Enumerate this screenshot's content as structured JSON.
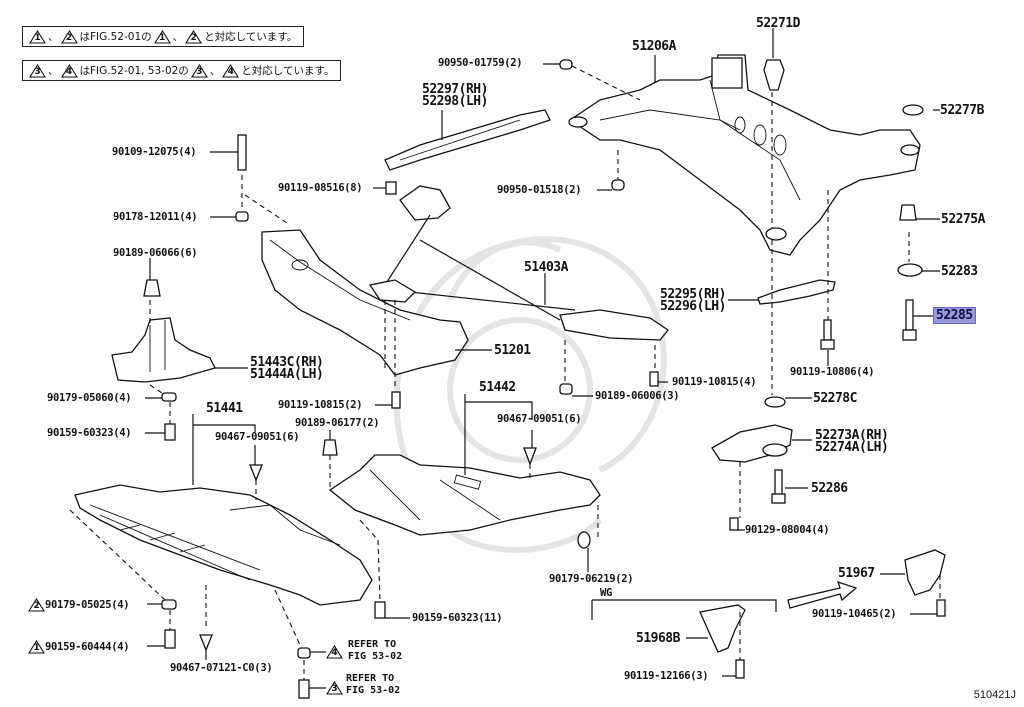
{
  "notes": [
    {
      "marks": [
        "1",
        "2"
      ],
      "text_mid": "はFIG.52-01の",
      "marks2": [
        "1",
        "2"
      ],
      "text_end": "と対応しています。"
    },
    {
      "marks": [
        "3",
        "4"
      ],
      "text_mid": "はFIG.52-01, 53-02の",
      "marks2": [
        "3",
        "4"
      ],
      "text_end": "と対応しています。"
    }
  ],
  "separator": "、",
  "labels": {
    "p90950_01759": "90950-01759(2)",
    "p51206A": "51206A",
    "p52271D": "52271D",
    "p52297": "52297(RH)",
    "p52298": "52298(LH)",
    "p52277B": "52277B",
    "p90109_12075": "90109-12075(4)",
    "p90119_08516": "90119-08516(8)",
    "p90950_01518": "90950-01518(2)",
    "p90178_12011": "90178-12011(4)",
    "p52275A": "52275A",
    "p90189_06066": "90189-06066(6)",
    "p51403A": "51403A",
    "p52283": "52283",
    "p52295": "52295(RH)",
    "p52296": "52296(LH)",
    "p52285": "52285",
    "p51443C": "51443C(RH)",
    "p51444A": "51444A(LH)",
    "p51201": "51201",
    "p90119_10806": "90119-10806(4)",
    "p90119_10815_4": "90119-10815(4)",
    "p90179_05060": "90179-05060(4)",
    "p90189_06006": "90189-06006(3)",
    "p52278C": "52278C",
    "p51442": "51442",
    "p51441": "51441",
    "p90119_10815_2": "90119-10815(2)",
    "p90159_60323_4": "90159-60323(4)",
    "p90467_09051_a": "90467-09051(6)",
    "p90189_06177": "90189-06177(2)",
    "p90467_09051_b": "90467-09051(6)",
    "p52273A": "52273A(RH)",
    "p52274A": "52274A(LH)",
    "p52286": "52286",
    "p90129_08004": "90129-08004(4)",
    "p90179_06219": "90179-06219(2)",
    "pWG": "WG",
    "p51967": "51967",
    "p90179_05025": "90179-05025(4)",
    "p90159_60323_11": "90159-60323(11)",
    "p90119_10465": "90119-10465(2)",
    "p90159_60444": "90159-60444(4)",
    "p51968B": "51968B",
    "p90467_07121": "90467-07121-C0(3)",
    "p90119_12166": "90119-12166(3)"
  },
  "callouts": {
    "p90179_05025": "2",
    "p90159_60444": "1",
    "refer_a": "4",
    "refer_b": "3"
  },
  "refer": {
    "a": "REFER TO\nFIG 53-02",
    "b": "REFER TO\nFIG 53-02"
  },
  "highlight": {
    "part": "52285",
    "color": "#9999dd"
  },
  "figure_code": "510421J"
}
